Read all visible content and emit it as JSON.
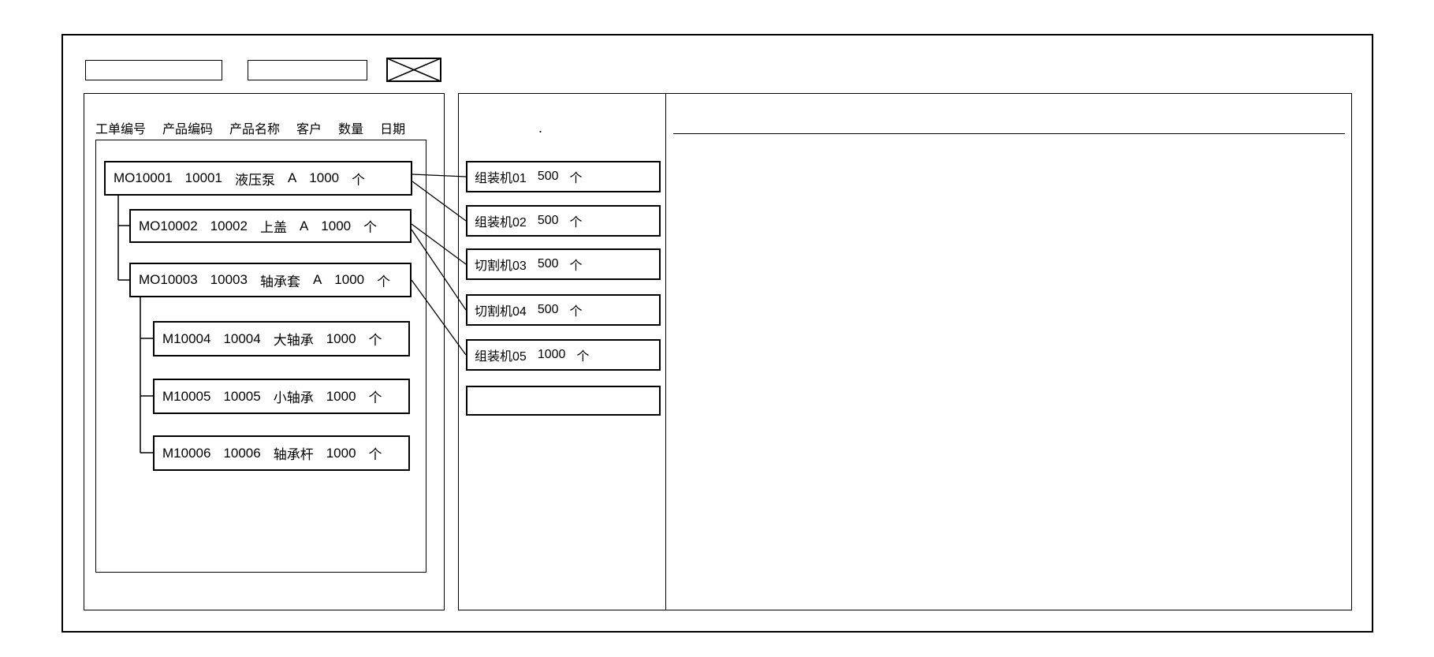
{
  "toolbar": {
    "field_left": {
      "value": "",
      "placeholder": ""
    },
    "field_right": {
      "value": "",
      "placeholder": ""
    }
  },
  "order_panel": {
    "columns": [
      "工单编号",
      "产品编码",
      "产品名称",
      "客户",
      "数量",
      "日期"
    ],
    "orders": [
      {
        "order_no": "MO10001",
        "product_code": "10001",
        "product_name": "液压泵",
        "customer": "A",
        "qty": "1000",
        "unit": "个"
      },
      {
        "order_no": "MO10002",
        "product_code": "10002",
        "product_name": "上盖",
        "customer": "A",
        "qty": "1000",
        "unit": "个"
      },
      {
        "order_no": "MO10003",
        "product_code": "10003",
        "product_name": "轴承套",
        "customer": "A",
        "qty": "1000",
        "unit": "个"
      },
      {
        "order_no": "M10004",
        "product_code": "10004",
        "product_name": "大轴承",
        "qty": "1000",
        "unit": "个"
      },
      {
        "order_no": "M10005",
        "product_code": "10005",
        "product_name": "小轴承",
        "qty": "1000",
        "unit": "个"
      },
      {
        "order_no": "M10006",
        "product_code": "10006",
        "product_name": "轴承杆",
        "qty": "1000",
        "unit": "个"
      }
    ]
  },
  "machine_panel": {
    "dot": ".",
    "machines": [
      {
        "name": "组装机01",
        "qty": "500",
        "unit": "个"
      },
      {
        "name": "组装机02",
        "qty": "500",
        "unit": "个"
      },
      {
        "name": "切割机03",
        "qty": "500",
        "unit": "个"
      },
      {
        "name": "切割机04",
        "qty": "500",
        "unit": "个"
      },
      {
        "name": "组装机05",
        "qty": "1000",
        "unit": "个"
      },
      {
        "name": "",
        "qty": "",
        "unit": ""
      }
    ],
    "assignments": [
      {
        "order": "MO10001",
        "machines": [
          "组装机01",
          "组装机02"
        ]
      },
      {
        "order": "MO10002",
        "machines": [
          "切割机03",
          "切割机04"
        ]
      },
      {
        "order": "MO10003",
        "machines": [
          "组装机05"
        ]
      }
    ]
  },
  "colors": {
    "stroke": "#000000",
    "background": "#ffffff"
  }
}
